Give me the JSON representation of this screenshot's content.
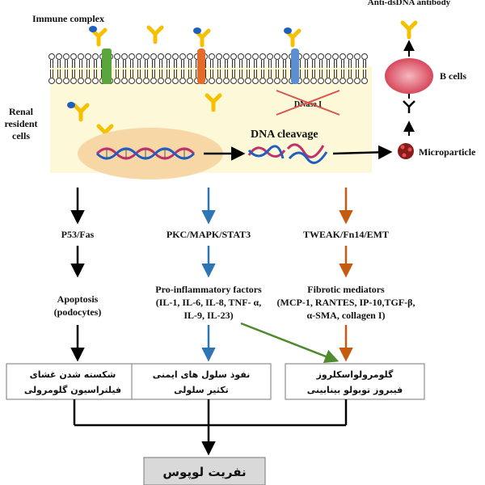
{
  "labels": {
    "immune_complex": "Immune complex",
    "anti_dsdna": "Anti-dsDNA antibody",
    "b_cells": "B cells",
    "renal_resident_cells_1": "Renal",
    "renal_resident_cells_2": "resident",
    "renal_resident_cells_3": "cells",
    "dnase": "DNase I",
    "dna_cleavage": "DNA cleavage",
    "microparticle": "Microparticle"
  },
  "pathways": {
    "left": {
      "signal": "P53/Fas",
      "mediator_1": "Apoptosis",
      "mediator_2": "(podocytes)",
      "outcome_1": "شکسته شدن غشای",
      "outcome_2": "فیلتراسیون گلومرولی",
      "arrow_color": "#000000"
    },
    "middle": {
      "signal": "PKC/MAPK/STAT3",
      "mediator_1": "Pro-inflammatory  factors",
      "mediator_2": "(IL-1, IL-6, IL-8, TNF- α,",
      "mediator_3": "IL-9, IL-23)",
      "outcome_1": "نفوذ سلول های ایمنی",
      "outcome_2": "تکثیر سلولی",
      "arrow_color": "#2e75b6"
    },
    "right": {
      "signal": "TWEAK/Fn14/EMT",
      "mediator_1": "Fibrotic mediators",
      "mediator_2": "(MCP-1, RANTES, IP-10,TGF-β,",
      "mediator_3": "α-SMA, collagen I)",
      "outcome_1": "گلومرولواسکلروز",
      "outcome_2": "فیبروز توبولو بینابینی",
      "arrow_color": "#c55a11"
    }
  },
  "cross_arrow_color": "#4e8a2e",
  "final": "نفریت لوپوس",
  "colors": {
    "membrane_fill": "#fdf8d8",
    "nucleus_fill": "#f7d7a6",
    "antibody": "#f5c000",
    "antigen": "#1f5fbf",
    "receptor_green": "#5aa63c",
    "receptor_orange": "#e36c2a",
    "receptor_blue": "#5b8fd0",
    "b_cell": "#e06070",
    "microparticle": "#8b1a1a",
    "final_box": "#d9d9d9"
  }
}
